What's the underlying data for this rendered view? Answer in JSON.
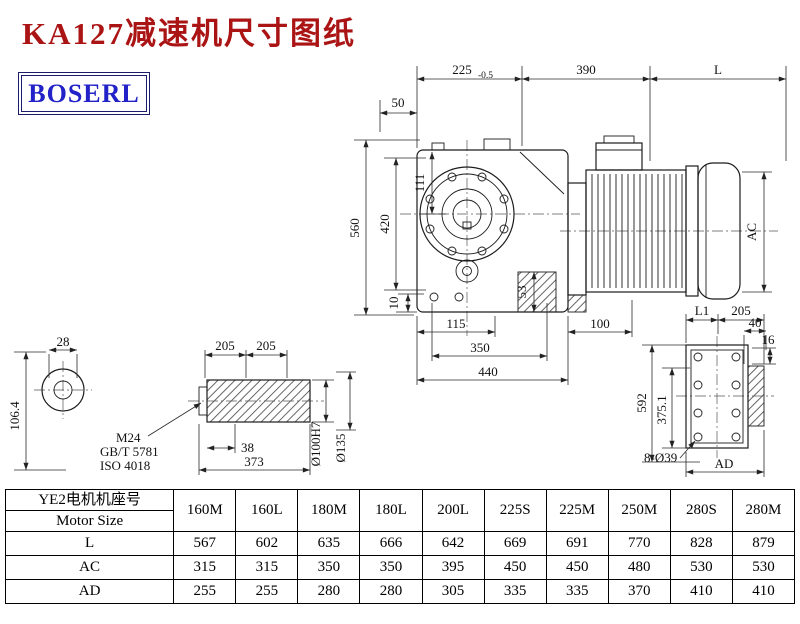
{
  "page": {
    "title": "KA127减速机尺寸图纸",
    "logo": "BOSERL"
  },
  "drawing": {
    "top": {
      "d225": "225",
      "d225_tol": "-0.5",
      "d390": "390",
      "dL": "L"
    },
    "main": {
      "d50": "50",
      "d560": "560",
      "d420": "420",
      "d111": "111",
      "d10": "10",
      "d53": "53",
      "d115": "115",
      "d350": "350",
      "d440": "440",
      "d100": "100",
      "dAC": "AC"
    },
    "shaft_end": {
      "d28": "28",
      "d106": "106.4"
    },
    "shaft_side": {
      "d205a": "205",
      "d205b": "205",
      "thread": "M24",
      "std1": "GB/T 5781",
      "std2": "ISO 4018",
      "d38": "38",
      "d373": "373",
      "bore": "Ø100H7",
      "od": "Ø135"
    },
    "flange": {
      "dL1": "L1",
      "d205": "205",
      "d40": "40",
      "d16": "16",
      "d592": "592",
      "d375": "375.1",
      "holes": "8-Ø39",
      "dAD": "AD"
    }
  },
  "table": {
    "corner_line1": "YE2电机机座号",
    "corner_line2": "Motor Size",
    "columns": [
      "160M",
      "160L",
      "180M",
      "180L",
      "200L",
      "225S",
      "225M",
      "250M",
      "280S",
      "280M"
    ],
    "rows": [
      {
        "label": "L",
        "values": [
          "567",
          "602",
          "635",
          "666",
          "642",
          "669",
          "691",
          "770",
          "828",
          "879"
        ]
      },
      {
        "label": "AC",
        "values": [
          "315",
          "315",
          "350",
          "350",
          "395",
          "450",
          "450",
          "480",
          "530",
          "530"
        ]
      },
      {
        "label": "AD",
        "values": [
          "255",
          "255",
          "280",
          "280",
          "305",
          "335",
          "335",
          "370",
          "410",
          "410"
        ]
      }
    ]
  }
}
